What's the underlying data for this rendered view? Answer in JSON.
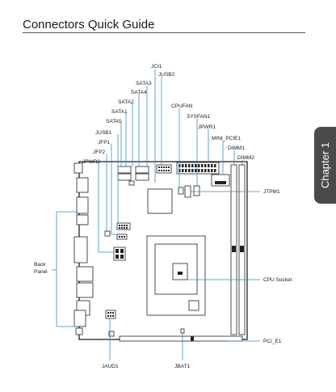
{
  "header": {
    "title": "Connectors Quick Guide"
  },
  "chapter_tab": {
    "label": "Chapter 1"
  },
  "labels": {
    "jci1": "JCI1",
    "jusb2": "JUSB2",
    "sata3": "SATA3",
    "sata4": "SATA4",
    "sata2": "SATA2",
    "sata1": "SATA1",
    "sata5": "SATA5",
    "jusb1": "JUSB1",
    "jfp1": "JFP1",
    "jfp2": "JFP2",
    "jpwr2": "JPWR2",
    "cpufan": "CPUFAN",
    "sysfan1": "SYSFAN1",
    "jpwr1": "JPWR1",
    "mini_pcie1": "MINI_PCIE1",
    "dimm1": "DIMM1",
    "dimm2": "DIMM2",
    "jtpm1": "JTPM1",
    "back_panel_1": "Back",
    "back_panel_2": "Panel",
    "cpu_socket": "CPU Socket",
    "pci_e1": "PCI_E1",
    "jaud1": "JAUD1",
    "jbat1": "JBAT1"
  }
}
